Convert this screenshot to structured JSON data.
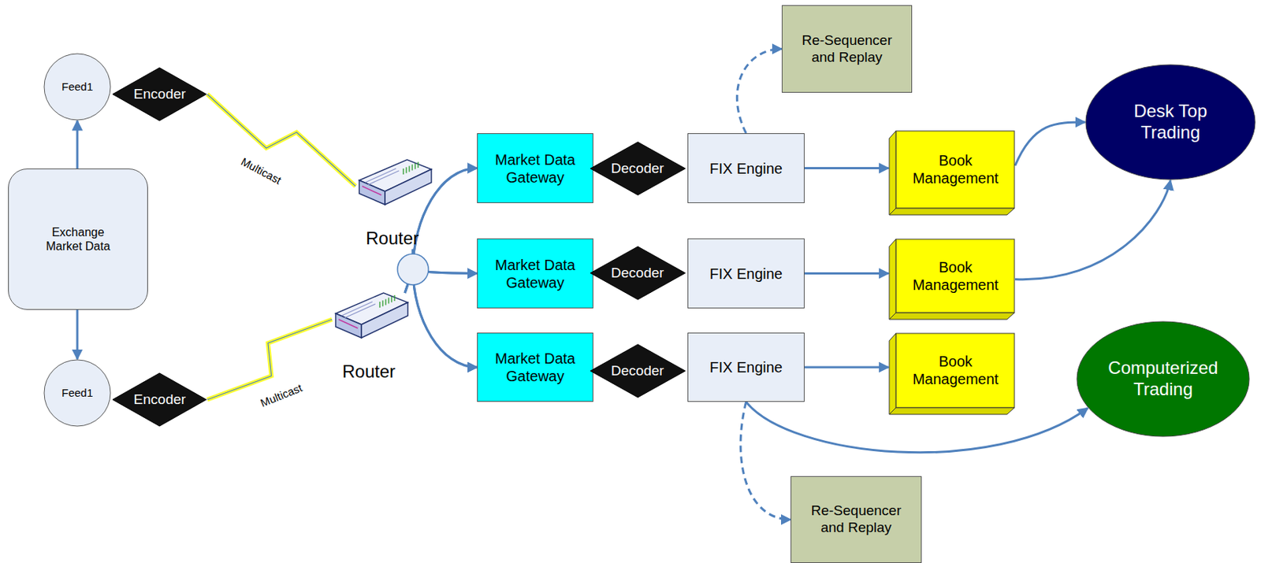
{
  "diagram": {
    "nodes": [
      {
        "text": [
          "Feed1"
        ]
      },
      {
        "text": [
          "Encoder"
        ]
      },
      {
        "text": [
          "Exchange Market Data"
        ]
      },
      {
        "text": [
          "Feed1"
        ]
      },
      {
        "text": [
          "Encoder"
        ]
      },
      {
        "text": [
          "Router"
        ]
      },
      {
        "text": [
          "Router"
        ]
      },
      {
        "text": [
          "Market Data Gateway"
        ]
      },
      {
        "text": [
          "Decoder"
        ]
      },
      {
        "text": [
          "FIX Engine"
        ]
      },
      {
        "text": [
          "Book Management"
        ]
      },
      {
        "text": [
          "Market Data Gateway"
        ]
      },
      {
        "text": [
          "Decoder"
        ]
      },
      {
        "text": [
          "FIX Engine"
        ]
      },
      {
        "text": [
          "Book Management"
        ]
      },
      {
        "text": [
          "Market Data Gateway"
        ]
      },
      {
        "text": [
          "Decoder"
        ]
      },
      {
        "text": [
          "FIX Engine"
        ]
      },
      {
        "text": [
          "Book Management"
        ]
      },
      {
        "text": [
          "Re-Sequencer and Replay"
        ]
      },
      {
        "text": [
          "Desk Top Trading"
        ]
      },
      {
        "text": [
          "Computerized Trading"
        ]
      },
      {
        "text": [
          "Re-Sequencer and Replay"
        ]
      }
    ],
    "edges": [
      {
        "from": 2,
        "to": 0,
        "arrow": "to"
      },
      {
        "from": 2,
        "to": 3,
        "arrow": "to"
      },
      {
        "from": 1,
        "to": 5,
        "label": "Multicast",
        "arrow": "none"
      },
      {
        "from": 4,
        "to": 6,
        "label": "Multicast",
        "arrow": "none"
      },
      {
        "from": 5,
        "to": 7,
        "arrow": "to"
      },
      {
        "from": 5,
        "to": 11,
        "arrow": "to"
      },
      {
        "from": 5,
        "to": 15,
        "arrow": "to"
      },
      {
        "from": 6,
        "to": 7,
        "arrow": "to"
      },
      {
        "from": 6,
        "to": 11,
        "arrow": "to"
      },
      {
        "from": 6,
        "to": 15,
        "arrow": "to"
      },
      {
        "from": 9,
        "to": 10,
        "arrow": "to"
      },
      {
        "from": 13,
        "to": 14,
        "arrow": "to"
      },
      {
        "from": 17,
        "to": 18,
        "arrow": "to"
      },
      {
        "from": 9,
        "to": 19,
        "arrow": "to"
      },
      {
        "from": 17,
        "to": 22,
        "arrow": "to"
      },
      {
        "from": 10,
        "to": 20,
        "arrow": "to"
      },
      {
        "from": 14,
        "to": 20,
        "arrow": "to"
      },
      {
        "from": 17,
        "to": 21,
        "arrow": "to"
      }
    ]
  }
}
